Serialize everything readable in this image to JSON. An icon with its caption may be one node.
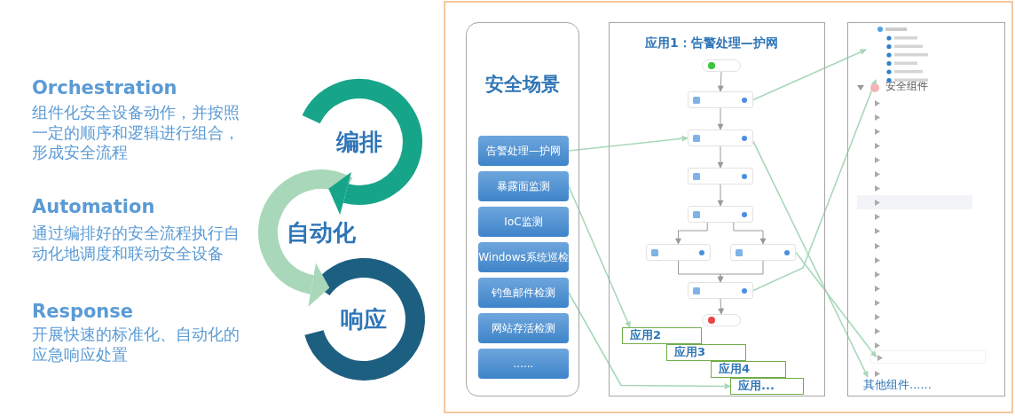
{
  "diagram": {
    "nodes": [
      {
        "text": [
          "编排"
        ]
      },
      {
        "text": [
          "自动化"
        ]
      },
      {
        "text": [
          "响应"
        ]
      },
      {
        "text": [
          "安全场景"
        ]
      },
      {
        "text": [
          "告警处理—护网"
        ],
        "in": 3
      },
      {
        "text": [
          "暴露面监测"
        ],
        "in": 3
      },
      {
        "text": [
          "IoC监测"
        ],
        "in": 3
      },
      {
        "text": [
          "Windows系统巡检"
        ],
        "in": 3
      },
      {
        "text": [
          "钓鱼邮件检测"
        ],
        "in": 3
      },
      {
        "text": [
          "网站存活检测"
        ],
        "in": 3
      },
      {
        "text": [
          "......"
        ],
        "in": 3
      },
      {
        "text": [
          "应用1：告警处理—护网"
        ]
      },
      {
        "text": [],
        "shape": "box",
        "in": 11
      },
      {
        "text": [],
        "shape": "box",
        "in": 11
      },
      {
        "text": [],
        "shape": "box",
        "in": 11
      },
      {
        "text": [],
        "shape": "box",
        "in": 11
      },
      {
        "text": [],
        "shape": "box",
        "in": 11
      },
      {
        "text": [],
        "shape": "box",
        "in": 11
      },
      {
        "text": [],
        "shape": "box",
        "in": 11
      },
      {
        "text": [],
        "shape": "box",
        "in": 11
      },
      {
        "text": [],
        "shape": "box",
        "in": 11
      },
      {
        "text": [
          "应用2"
        ],
        "in": 11
      },
      {
        "text": [
          "应用3"
        ],
        "in": 11
      },
      {
        "text": [
          "应用4"
        ],
        "in": 11
      },
      {
        "text": [
          "应用..."
        ],
        "in": 11
      },
      {
        "text": [],
        "shape": "box"
      },
      {
        "text": [],
        "shape": "box",
        "in": 25
      },
      {
        "text": [
          "其他组件......"
        ],
        "in": 25
      },
      {
        "text": [],
        "shape": "box",
        "in": 25
      }
    ],
    "edges": [
      {
        "from": 12,
        "to": 13,
        "arrow": "to"
      },
      {
        "from": 13,
        "to": 14,
        "arrow": "to"
      },
      {
        "from": 14,
        "to": 15,
        "arrow": "to"
      },
      {
        "from": 15,
        "to": 16,
        "arrow": "to"
      },
      {
        "from": 16,
        "to": 17,
        "arrow": "to"
      },
      {
        "from": 16,
        "to": 18,
        "arrow": "to"
      },
      {
        "from": 17,
        "to": 19,
        "arrow": "to"
      },
      {
        "from": 18,
        "to": 19,
        "arrow": "to"
      },
      {
        "from": 19,
        "to": 20,
        "arrow": "to"
      },
      {
        "from": 4,
        "to": 14,
        "arrow": "to",
        "color": "#a8d8b9"
      },
      {
        "from": 13,
        "to": 26,
        "arrow": "to",
        "color": "#a8d8b9"
      },
      {
        "from": 19,
        "to": 26,
        "arrow": "to",
        "color": "#a8d8b9"
      },
      {
        "from": 14,
        "to": 27,
        "arrow": "to",
        "color": "#a8d8b9"
      },
      {
        "from": 18,
        "to": 28,
        "arrow": "to",
        "color": "#a8d8b9"
      },
      {
        "from": 5,
        "to": 21,
        "arrow": "to",
        "color": "#a8d8b9"
      },
      {
        "from": 8,
        "to": 24,
        "arrow": "to",
        "color": "#a8d8b9"
      },
      {
        "from": 0,
        "to": 1,
        "arrow": "to",
        "color": "#17a589",
        "style": "thick"
      },
      {
        "from": 1,
        "to": 2,
        "arrow": "to",
        "color": "#a8d8b9",
        "style": "thick"
      }
    ],
    "labels": [
      "Orchestration",
      "组件化安全设备动作，并按照一定的顺序和逻辑进行组合，形成安全流程",
      "Automation",
      "通过编排好的安全流程执行自动化地调度和联动安全设备",
      "Response",
      "开展快速的标准化、自动化的应急响应处置",
      "安全组件"
    ]
  }
}
